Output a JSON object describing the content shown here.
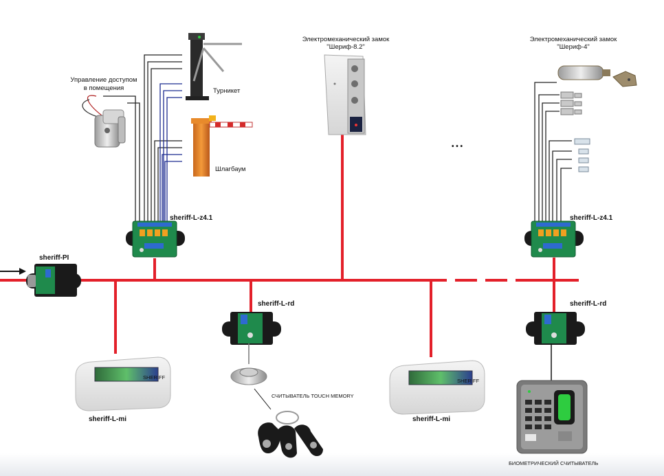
{
  "labels": {
    "access_room": [
      "Управление доступом",
      "в помещения"
    ],
    "turnstile": "Турникет",
    "barrier": "Шлагбаум",
    "lock1": [
      "Электромеханический замок",
      "\"Шериф-8.2\""
    ],
    "lock2": [
      "Электромеханический замок",
      "\"Шериф-4\""
    ],
    "ellipsis": "• • •",
    "controller_left": "sheriff-L-z4.1",
    "controller_right": "sheriff-L-z4.1",
    "pi": "sheriff-PI",
    "rd_center": "sheriff-L-rd",
    "rd_right": "sheriff-L-rd",
    "mi_left": "sheriff-L-mi",
    "mi_right": "sheriff-L-mi",
    "mi_brand": "SHERIFF",
    "touch_memory": "СЧИТЫВАТЕЛЬ TOUCH MEMORY",
    "biometric": "БИОМЕТРИЧЕСКИЙ СЧИТЫВАТЕЛЬ"
  },
  "colors": {
    "bus": "#e3202a",
    "wire_black": "#222222",
    "wire_blue": "#1b2a8f",
    "pcb": "#1f8a4c",
    "housing": "#1a1a1a"
  }
}
